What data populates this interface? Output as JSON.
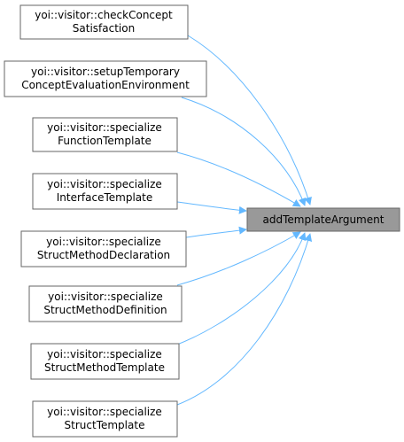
{
  "target": {
    "label": "addTemplateArgument"
  },
  "callers": [
    {
      "line1": "yoi::visitor::checkConcept",
      "line2": "Satisfaction"
    },
    {
      "line1": "yoi::visitor::setupTemporary",
      "line2": "ConceptEvaluationEnvironment"
    },
    {
      "line1": "yoi::visitor::specialize",
      "line2": "FunctionTemplate"
    },
    {
      "line1": "yoi::visitor::specialize",
      "line2": "InterfaceTemplate"
    },
    {
      "line1": "yoi::visitor::specialize",
      "line2": "StructMethodDeclaration"
    },
    {
      "line1": "yoi::visitor::specialize",
      "line2": "StructMethodDefinition"
    },
    {
      "line1": "yoi::visitor::specialize",
      "line2": "StructMethodTemplate"
    },
    {
      "line1": "yoi::visitor::specialize",
      "line2": "StructTemplate"
    }
  ],
  "colors": {
    "edge": "#63b8ff",
    "node_border": "#666666",
    "node_fill": "#ffffff",
    "target_fill": "#999999",
    "target_border": "#666666"
  }
}
